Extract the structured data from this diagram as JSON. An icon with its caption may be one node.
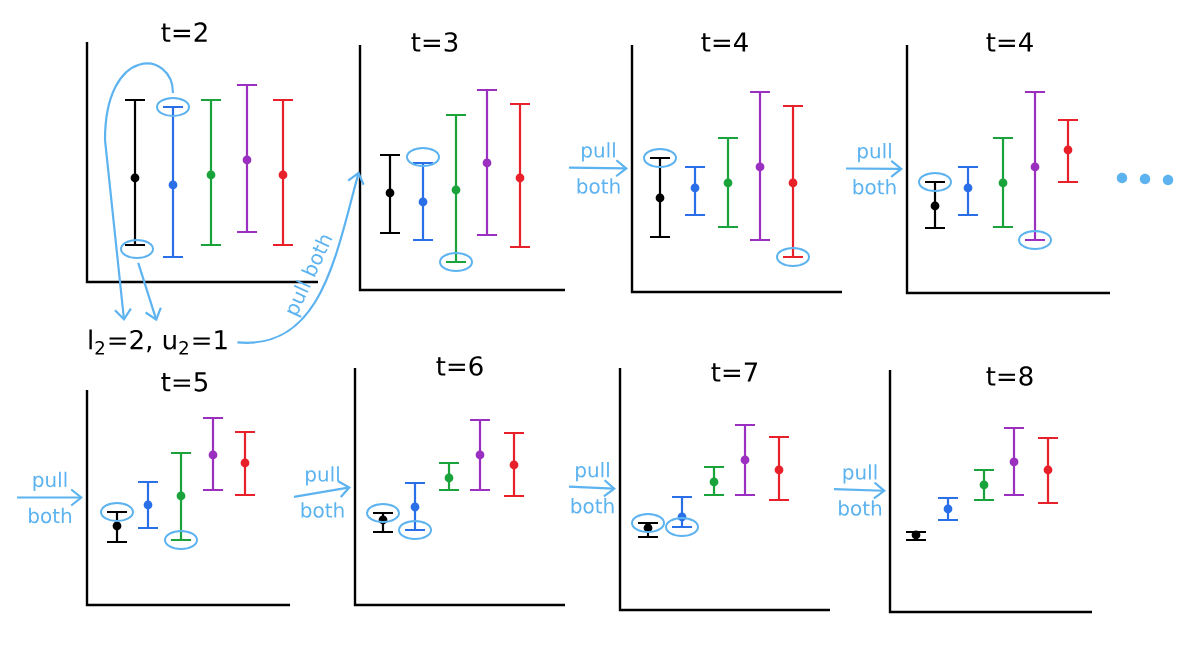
{
  "diagram": {
    "nodes": [
      {
        "text": [
          "t=2"
        ]
      },
      {
        "text": [
          "t=3"
        ]
      },
      {
        "text": [
          "t=4"
        ]
      },
      {
        "text": [
          "t=4"
        ]
      },
      {
        "text": [
          "t=5"
        ]
      },
      {
        "text": [
          "t=6"
        ]
      },
      {
        "text": [
          "t=7"
        ]
      },
      {
        "text": [
          "t=8"
        ]
      },
      {
        "text": [],
        "shape": "circle",
        "in": 0
      },
      {
        "text": [],
        "shape": "circle",
        "in": 0
      },
      {
        "text": [
          "l$_{2}$=2, u$_{2}$=1"
        ]
      }
    ],
    "edges": [
      {
        "from": 8,
        "to": 10,
        "arrow": "to"
      },
      {
        "from": 9,
        "to": 10,
        "arrow": "to"
      },
      {
        "from": 10,
        "to": 1,
        "arrow": "to",
        "label": "pull both"
      },
      {
        "from": 1,
        "to": 2,
        "arrow": "to",
        "label": "pull both"
      },
      {
        "from": 2,
        "to": 3,
        "arrow": "to",
        "label": "pull both"
      },
      {
        "from": null,
        "to": 4,
        "arrow": "to",
        "label": "pull both"
      },
      {
        "from": 4,
        "to": 5,
        "arrow": "to",
        "label": "pull both"
      },
      {
        "from": 5,
        "to": 6,
        "arrow": "to",
        "label": "pull both"
      },
      {
        "from": 6,
        "to": 7,
        "arrow": "to",
        "label": "pull both"
      }
    ]
  }
}
